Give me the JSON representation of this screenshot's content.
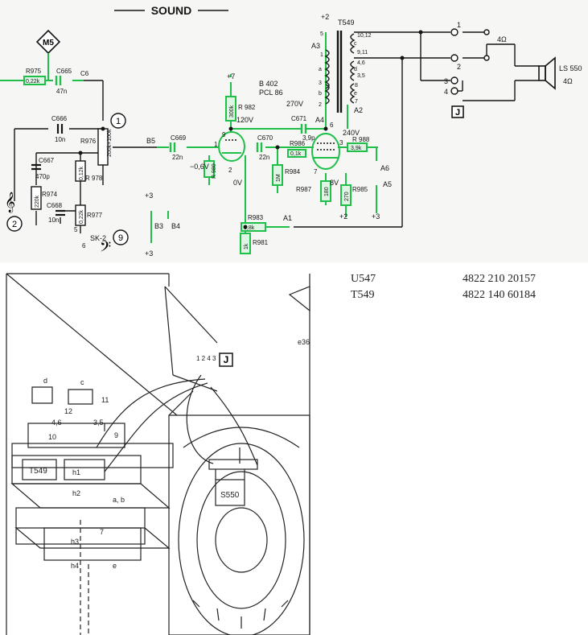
{
  "schematic": {
    "title": "SOUND",
    "modules": {
      "m5": "M5",
      "j": "J"
    },
    "circled": [
      "1",
      "2",
      "9"
    ],
    "tube": {
      "type": "B 402",
      "name": "PCL 86"
    },
    "transformer": "T549",
    "speaker": {
      "name": "LS 550",
      "impedance": "4Ω"
    },
    "output_pins": [
      {
        "pin": "1",
        "imp": "4Ω"
      },
      {
        "pin": "2",
        "imp": ""
      },
      {
        "pin": "3",
        "imp": ""
      },
      {
        "pin": "4",
        "imp": ""
      }
    ],
    "components": {
      "r975": "R975",
      "r975v": "0,22k",
      "c665": "C665",
      "c665v": "47n",
      "c6": "C6",
      "c666": "C666",
      "c666v": "10n",
      "r976": "R976",
      "r976v": "200k+100k",
      "c667": "C667",
      "c667v": "470p",
      "r974": "R974",
      "r974v": "220k",
      "r978": "R 978",
      "r978v": "0,12k",
      "c668": "C668",
      "c668v": "10n",
      "r977": "R977",
      "r977v": "0,22k",
      "b5": "B5",
      "c669": "C669",
      "c669v": "22n",
      "r980": "R 980",
      "r982": "R 982",
      "r982v": "300k",
      "c670": "C670",
      "c670v": "22n",
      "r986": "R986",
      "r986v": "0,1k",
      "r984": "R984",
      "r984v": "1M",
      "c671": "C671",
      "c671v": "3,9p",
      "r987": "R987",
      "r987v": "180",
      "r985": "R985",
      "r985v": "270",
      "r988": "R 988",
      "r988v": "3,9k",
      "r983": "R983",
      "r983v": "0,8k",
      "r981": "R981",
      "r981v": "1k",
      "sk2": "SK-2"
    },
    "nodes": {
      "a1": "A1",
      "a2": "A2",
      "a3": "A3",
      "a4": "A4",
      "a5": "A5",
      "a6": "A6",
      "b3": "B3",
      "b4": "B4"
    },
    "voltages": {
      "v120": "120V",
      "v270": "270V",
      "v240": "240V",
      "v8": "8V",
      "vm06": "−0,6V",
      "v0": "0V",
      "p7": "+7",
      "p2": "+2",
      "p3": "+3"
    },
    "pin_numbers": [
      "9",
      "1",
      "2",
      "3",
      "6",
      "7",
      "5",
      "6"
    ],
    "winding_labels": [
      "1",
      "a",
      "3",
      "b",
      "2",
      "5",
      "10,12",
      "c",
      "9,11",
      "4,6",
      "d",
      "3,5",
      "8",
      "e",
      "7"
    ]
  },
  "assembly": {
    "labels": {
      "d": "d",
      "c": "c",
      "n11": "11",
      "n12": "12",
      "n46": "4,6",
      "n35": "3,5",
      "n10": "10",
      "n9": "9",
      "t549": "T549",
      "h1": "h1",
      "h2": "h2",
      "h3": "h3",
      "h4": "h4",
      "ab": "a, b",
      "e": "e",
      "n7": "7",
      "s550": "S550",
      "j": "J",
      "e36": "e36",
      "pins": "1 2 4 3"
    }
  },
  "parts_list": [
    {
      "ref": "U547",
      "code": "4822 210 20157"
    },
    {
      "ref": "T549",
      "code": "4822 140 60184"
    }
  ],
  "colors": {
    "trace": "#1fbf4a",
    "ink": "#151515",
    "paper": "#f6f6f4"
  }
}
